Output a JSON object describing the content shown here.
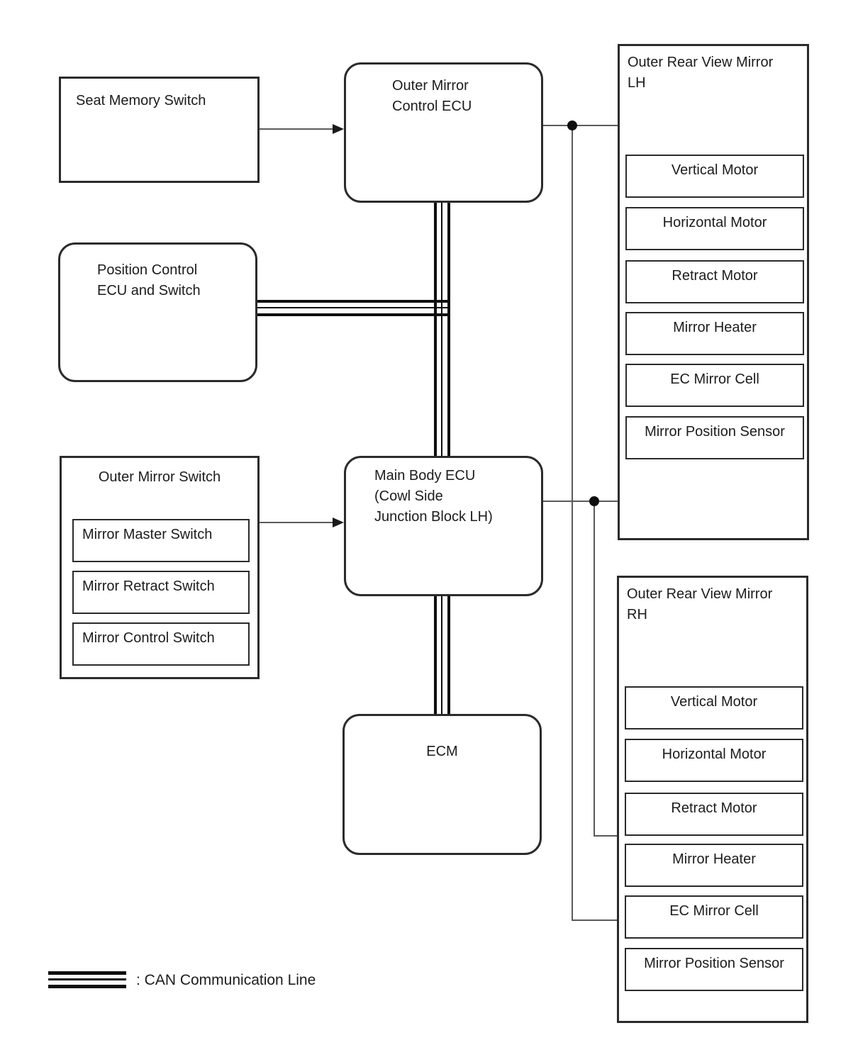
{
  "colors": {
    "box_border": "#2b2b2b",
    "connector_line": "#5a5a5a",
    "can_line": "#0e0e0e",
    "background": "#ffffff",
    "text": "#1c1c1c"
  },
  "nodes": {
    "seat_memory_switch": {
      "label": "Seat Memory Switch"
    },
    "outer_mirror_control_ecu": {
      "lines": [
        "Outer Mirror",
        "Control ECU"
      ]
    },
    "position_control_ecu": {
      "lines": [
        "Position Control",
        "ECU and Switch"
      ]
    },
    "outer_mirror_switch": {
      "title": "Outer Mirror Switch",
      "items": [
        {
          "label": "Mirror Master Switch"
        },
        {
          "label": "Mirror Retract Switch"
        },
        {
          "label": "Mirror Control Switch"
        }
      ]
    },
    "main_body_ecu": {
      "lines": [
        "Main Body ECU",
        "(Cowl Side",
        "Junction Block LH)"
      ]
    },
    "ecm": {
      "label": "ECM"
    },
    "outer_rear_view_mirror_lh": {
      "title_lines": [
        "Outer Rear View Mirror",
        "LH"
      ],
      "items": [
        {
          "label": "Vertical Motor"
        },
        {
          "label": "Horizontal Motor"
        },
        {
          "label": "Retract Motor"
        },
        {
          "label": "Mirror Heater"
        },
        {
          "label": "EC Mirror Cell"
        },
        {
          "label": "Mirror Position Sensor"
        }
      ]
    },
    "outer_rear_view_mirror_rh": {
      "title_lines": [
        "Outer Rear View Mirror",
        "RH"
      ],
      "items": [
        {
          "label": "Vertical Motor"
        },
        {
          "label": "Horizontal Motor"
        },
        {
          "label": "Retract Motor"
        },
        {
          "label": "Mirror Heater"
        },
        {
          "label": "EC Mirror Cell"
        },
        {
          "label": "Mirror Position Sensor"
        }
      ]
    }
  },
  "legend": {
    "symbol": "can-triple-line",
    "label": ": CAN Communication Line"
  }
}
